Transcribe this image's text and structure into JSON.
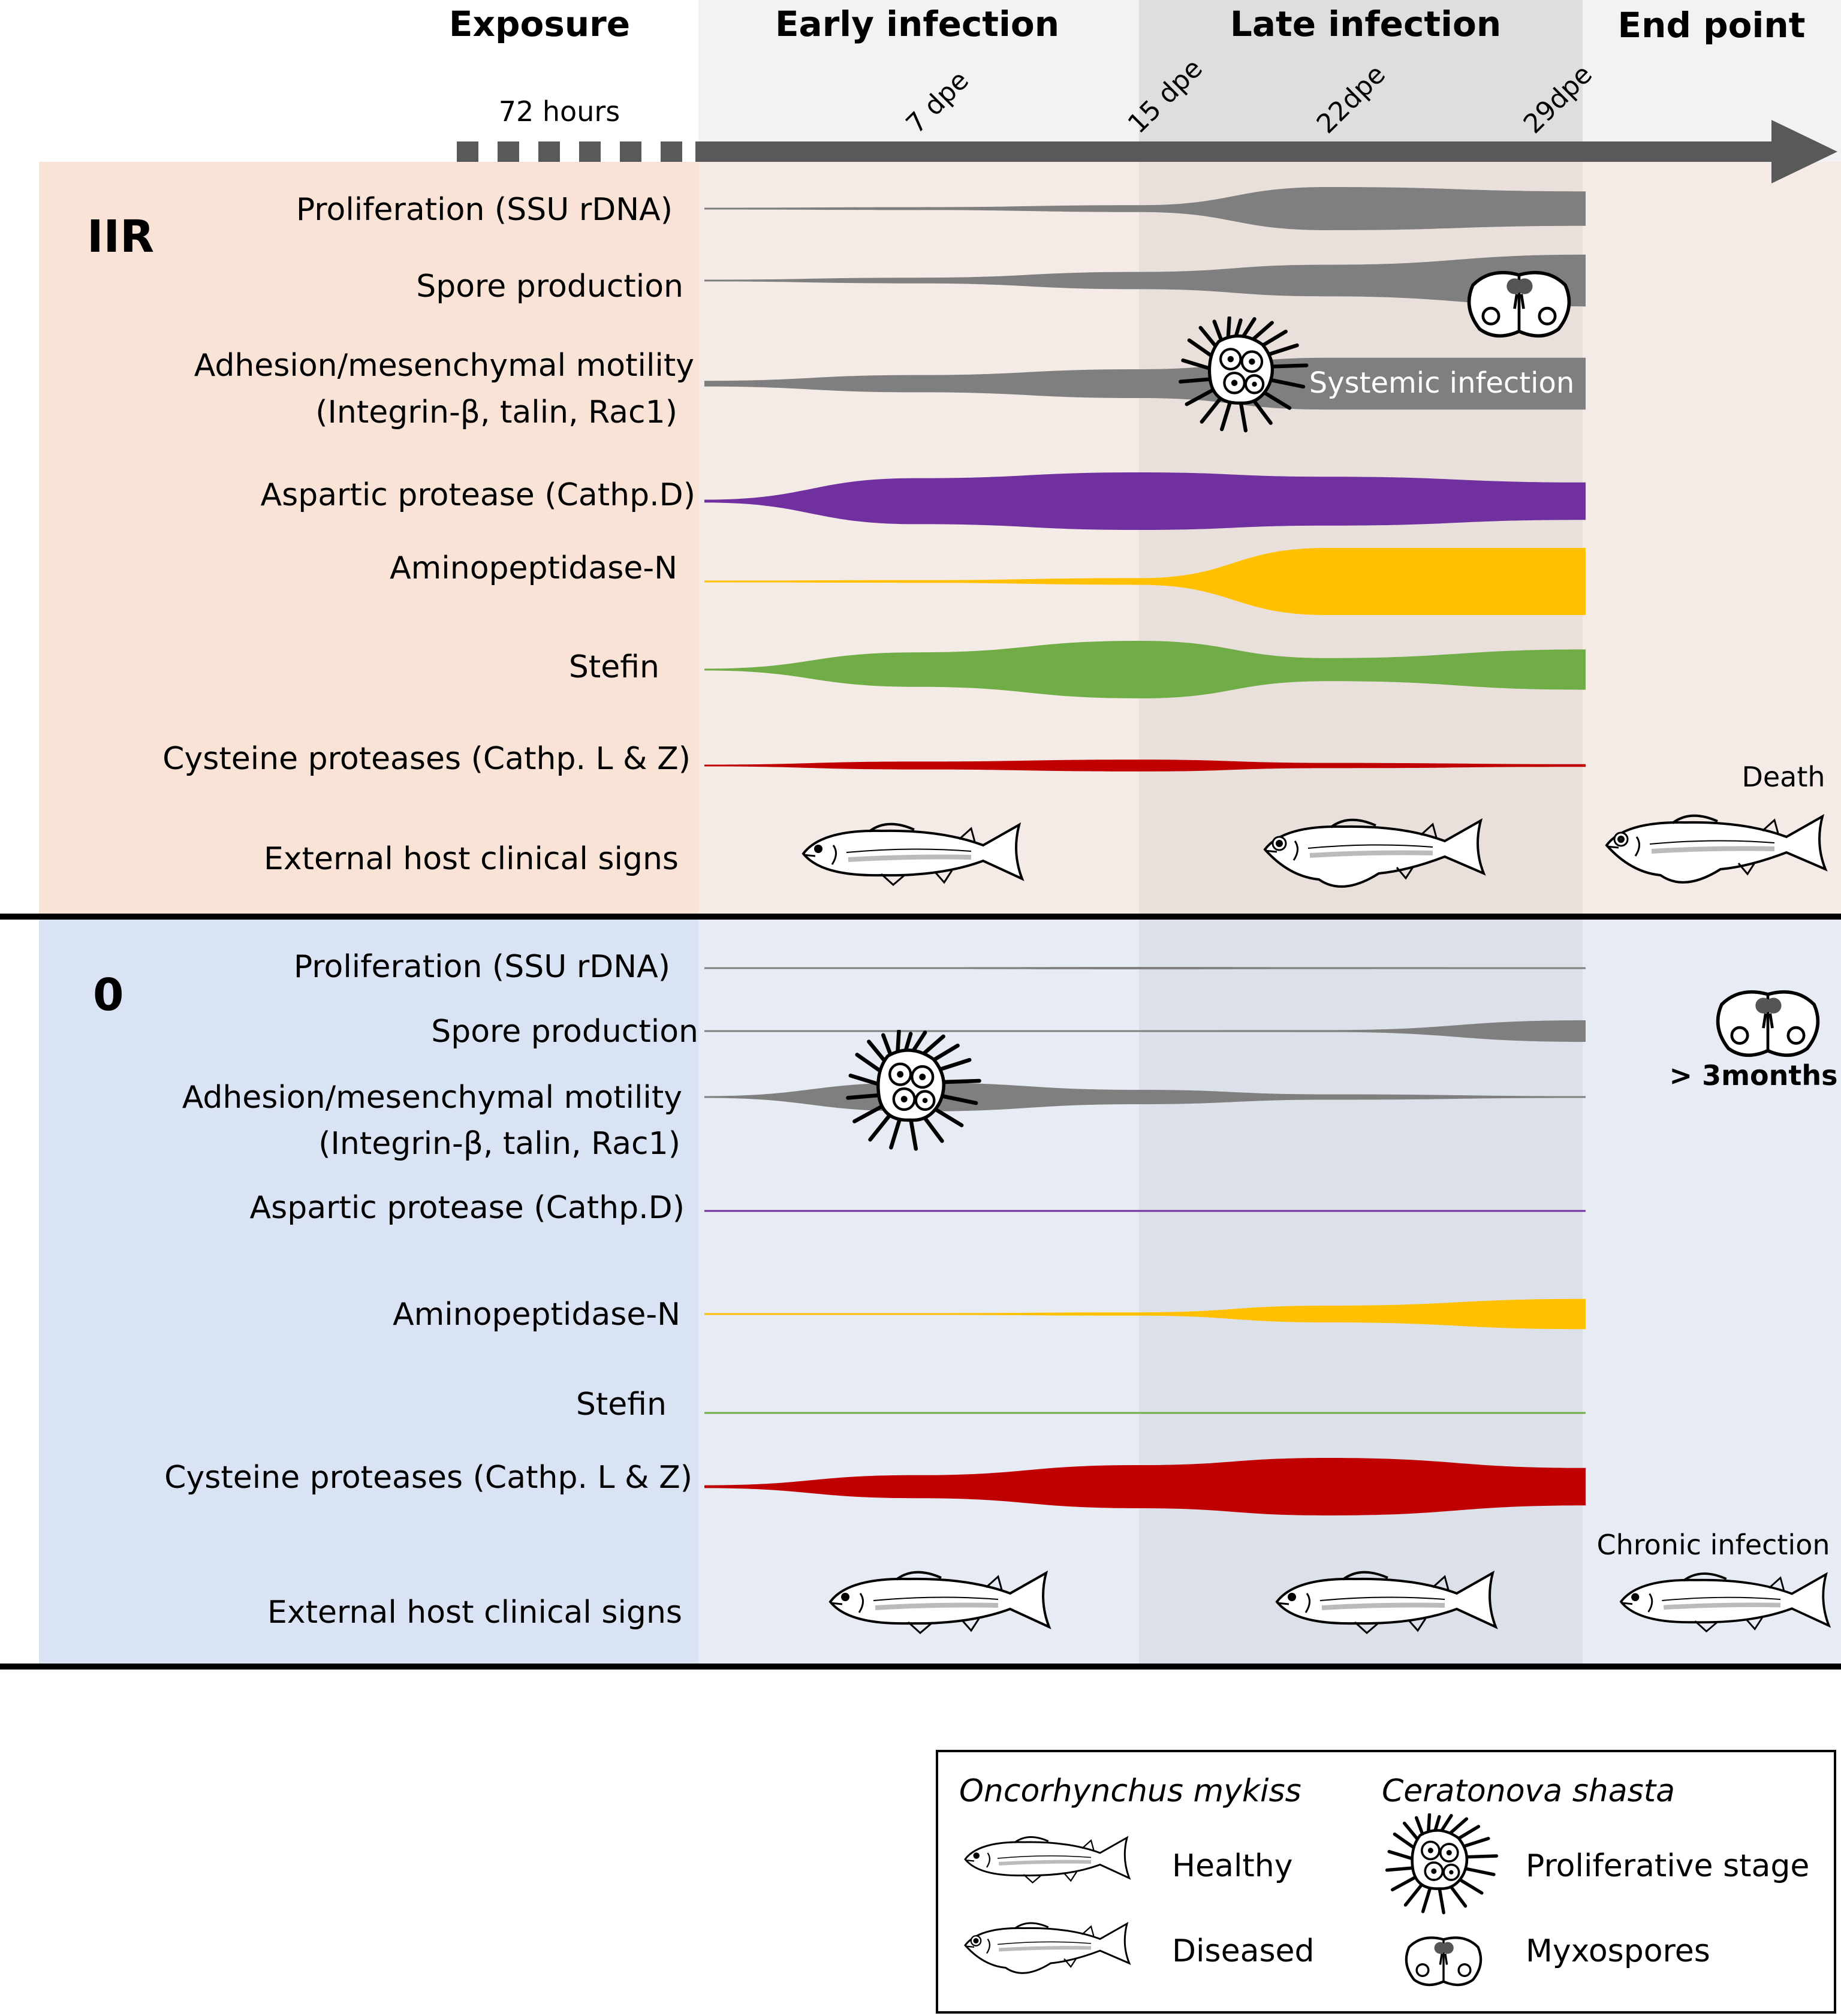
{
  "phases": [
    {
      "label": "Exposure",
      "sublabel": "72 hours"
    },
    {
      "label": "Early infection"
    },
    {
      "label": "Late infection"
    },
    {
      "label": "End point"
    }
  ],
  "timepoints": [
    "7 dpe",
    "15 dpe",
    "22dpe",
    "29dpe"
  ],
  "panels": [
    {
      "id": "IIR",
      "label": "IIR",
      "background": "#f9e3d6",
      "rows": [
        {
          "label": "Proliferation (SSU rDNA)",
          "color": "#7f7f7f",
          "profile": [
            0.02,
            0.05,
            0.12,
            0.75,
            0.6
          ]
        },
        {
          "label": "Spore production",
          "color": "#7f7f7f",
          "profile": [
            0.02,
            0.1,
            0.3,
            0.55,
            0.9
          ]
        },
        {
          "label": "Adhesion/mesenchymal motility",
          "sublabel": "(Integrin-β, talin, Rac1)",
          "color": "#7f7f7f",
          "profile": [
            0.1,
            0.3,
            0.5,
            0.9,
            0.9
          ]
        },
        {
          "label": "Aspartic protease (Cathp.D)",
          "color": "#7030a0",
          "profile": [
            0.05,
            0.8,
            1.0,
            0.85,
            0.65
          ]
        },
        {
          "label": "Aminopeptidase-N",
          "color": "#ffc000",
          "profile": [
            0.02,
            0.04,
            0.1,
            1.0,
            1.0
          ]
        },
        {
          "label": "Stefin",
          "color": "#70ad47",
          "profile": [
            0.02,
            0.6,
            1.0,
            0.4,
            0.7
          ]
        },
        {
          "label": "Cysteine proteases (Cathp. L & Z)",
          "color": "#c00000",
          "profile": [
            0.06,
            0.3,
            0.45,
            0.2,
            0.1
          ]
        },
        {
          "label": "External host clinical signs"
        }
      ],
      "annotations": {
        "systemic": "Systemic infection",
        "endpoint": "Death"
      }
    },
    {
      "id": "0",
      "label": "0",
      "background": "#dae3f3",
      "rows": [
        {
          "label": "Proliferation (SSU rDNA)",
          "color": "#7f7f7f",
          "profile": [
            0.02,
            0.03,
            0.05,
            0.04,
            0.02
          ]
        },
        {
          "label": "Spore production",
          "color": "#7f7f7f",
          "profile": [
            0.0,
            0.02,
            0.03,
            0.04,
            0.45
          ]
        },
        {
          "label": "Adhesion/mesenchymal motility",
          "sublabel": "(Integrin-β, talin, Rac1)",
          "color": "#7f7f7f",
          "profile": [
            0.05,
            0.8,
            0.4,
            0.15,
            0.03
          ]
        },
        {
          "label": "Aspartic protease (Cathp.D)",
          "color": "#7030a0",
          "profile": [
            0.02,
            0.02,
            0.02,
            0.03,
            0.02
          ]
        },
        {
          "label": "Aminopeptidase-N",
          "color": "#ffc000",
          "profile": [
            0.01,
            0.02,
            0.05,
            0.25,
            0.45
          ]
        },
        {
          "label": "Stefin",
          "color": "#70ad47",
          "profile": [
            0.02,
            0.02,
            0.02,
            0.02,
            0.02
          ]
        },
        {
          "label": "Cysteine proteases (Cathp. L & Z)",
          "color": "#c00000",
          "profile": [
            0.05,
            0.4,
            0.75,
            1.0,
            0.65
          ]
        },
        {
          "label": "External host clinical signs"
        }
      ],
      "annotations": {
        "duration": "> 3months",
        "endpoint": "Chronic infection"
      }
    }
  ],
  "legend": {
    "host": "Oncorhynchus mykiss",
    "parasite": "Ceratonova shasta",
    "healthy": "Healthy",
    "diseased": "Diseased",
    "proliferative": "Proliferative stage",
    "myxospores": "Myxospores"
  },
  "colors": {
    "axis": "#595959",
    "late_band": "#d0cece",
    "early_band": "#f2f2f2",
    "grey": "#7f7f7f",
    "purple": "#7030a0",
    "yellow": "#ffc000",
    "green": "#70ad47",
    "red": "#c00000"
  }
}
